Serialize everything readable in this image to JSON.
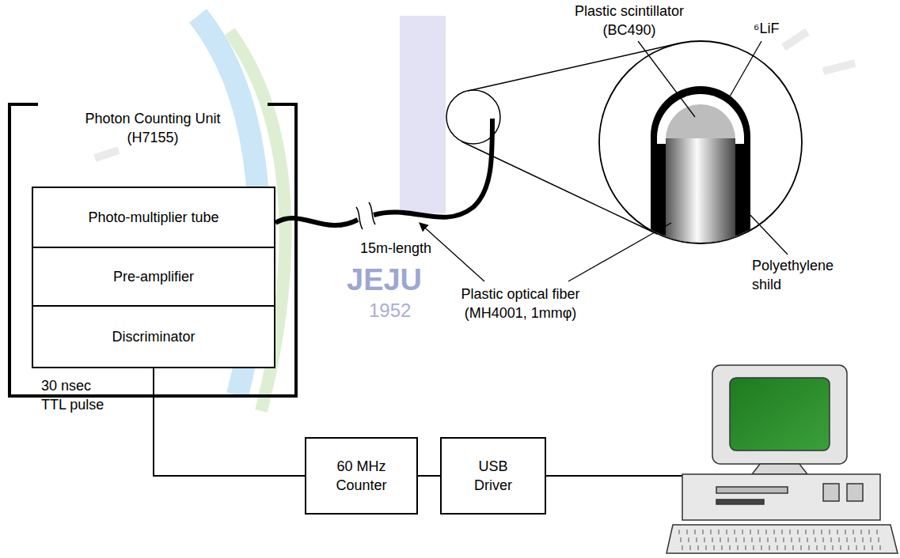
{
  "diagram": {
    "nodes": [
      {
        "text": [
          "Photon Counting Unit (H7155)"
        ]
      },
      {
        "text": [
          "Photo-multiplier tube"
        ],
        "in": 0
      },
      {
        "text": [
          "Pre-amplifier"
        ],
        "in": 0
      },
      {
        "text": [
          "Discriminator"
        ],
        "in": 0
      },
      {
        "text": [
          "60 MHz Counter"
        ]
      },
      {
        "text": [
          "USB Driver"
        ]
      }
    ],
    "edges": [
      {
        "from": 3,
        "to": 4,
        "arrow": "none",
        "label": "30 nsec TTL pulse"
      },
      {
        "from": 4,
        "to": 5,
        "arrow": "none"
      }
    ],
    "labels": [
      "Plastic scintillator (BC490)",
      "⁶LiF",
      "15m-length",
      "Plastic optical fiber (MH4001, 1mmφ)",
      "Polyethylene shild",
      "JEJU",
      "1952"
    ]
  }
}
